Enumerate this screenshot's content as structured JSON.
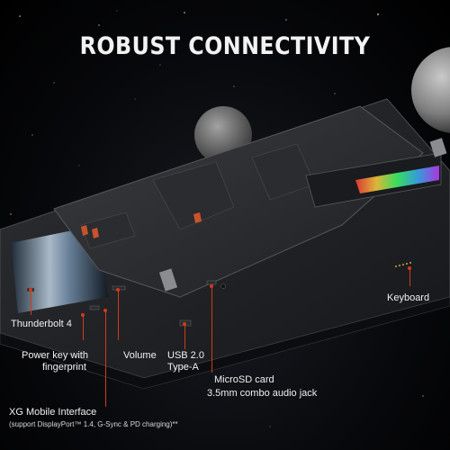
{
  "headline": "ROBUST CONNECTIVITY",
  "accent_color": "#d23a1a",
  "labels": {
    "thunderbolt": "Thunderbolt 4",
    "power_key_line1": "Power key with",
    "power_key_line2": "fingerprint",
    "volume": "Volume",
    "usb_line1": "USB 2.0",
    "usb_line2": "Type-A",
    "microsd": "MicroSD card",
    "audio_jack": "3.5mm combo audio jack",
    "keyboard": "Keyboard",
    "xg_mobile": "XG Mobile Interface",
    "xg_mobile_note": "(support DisplayPort™ 1.4, G-Sync & PD charging)**"
  }
}
